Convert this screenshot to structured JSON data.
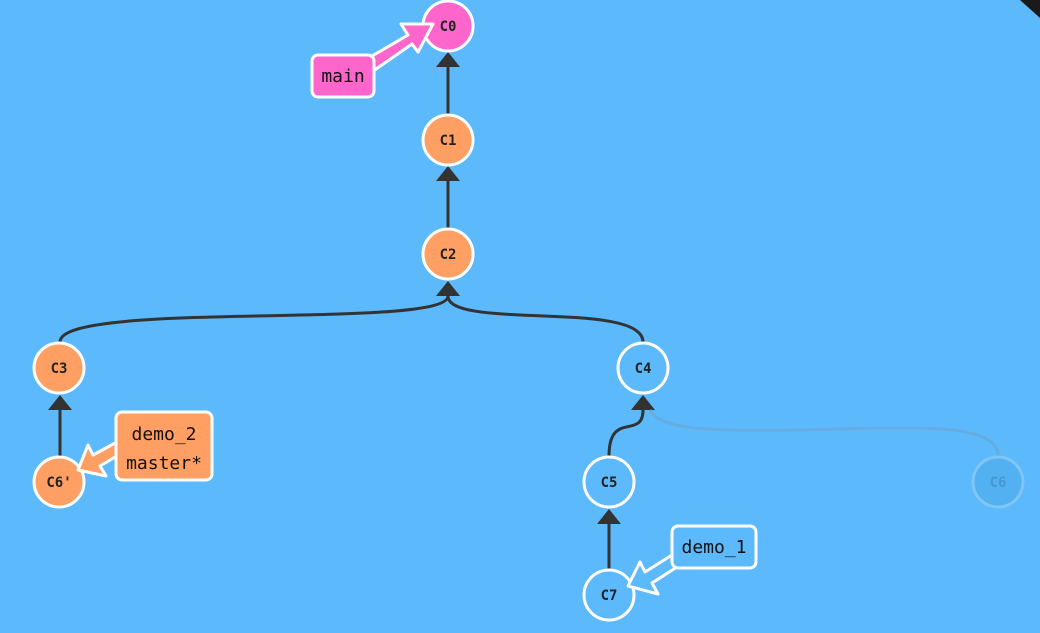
{
  "colors": {
    "background": "#5cb9fb",
    "main": "#ff66cc",
    "orange": "#ff9f63",
    "blue": "#5cb9fb",
    "edge": "#333333",
    "ghost": "#6fb3e0",
    "white": "#ffffff"
  },
  "commits": [
    {
      "id": "c0",
      "label": "C0",
      "color": "main"
    },
    {
      "id": "c1",
      "label": "C1",
      "color": "orange"
    },
    {
      "id": "c2",
      "label": "C2",
      "color": "orange"
    },
    {
      "id": "c3",
      "label": "C3",
      "color": "orange"
    },
    {
      "id": "c6p",
      "label": "C6'",
      "color": "orange"
    },
    {
      "id": "c4",
      "label": "C4",
      "color": "blue"
    },
    {
      "id": "c5",
      "label": "C5",
      "color": "blue"
    },
    {
      "id": "c7",
      "label": "C7",
      "color": "blue"
    },
    {
      "id": "c6",
      "label": "C6",
      "color": "blue",
      "ghost": true
    }
  ],
  "branches": {
    "main": {
      "lines": [
        "main"
      ],
      "color": "main",
      "target": "C0"
    },
    "demo2": {
      "lines": [
        "demo_2",
        "master*"
      ],
      "color": "orange",
      "target": "C6'"
    },
    "demo1": {
      "lines": [
        "demo_1"
      ],
      "color": "blue",
      "target": "C7"
    }
  }
}
